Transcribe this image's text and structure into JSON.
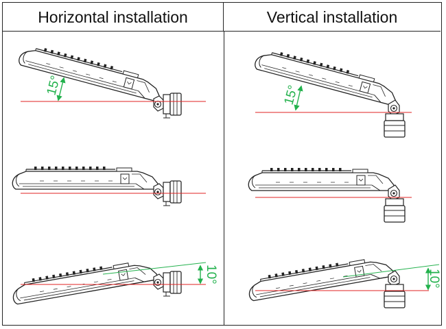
{
  "headers": {
    "left": "Horizontal installation",
    "right": "Vertical installation"
  },
  "angle_labels": {
    "horizontal_top": "15°",
    "vertical_top": "15°",
    "horizontal_bottom": "10°",
    "vertical_bottom": "10°"
  },
  "colors": {
    "reference_line": "#e02020",
    "angle_annotation": "#22b14c",
    "outline": "#222222"
  }
}
